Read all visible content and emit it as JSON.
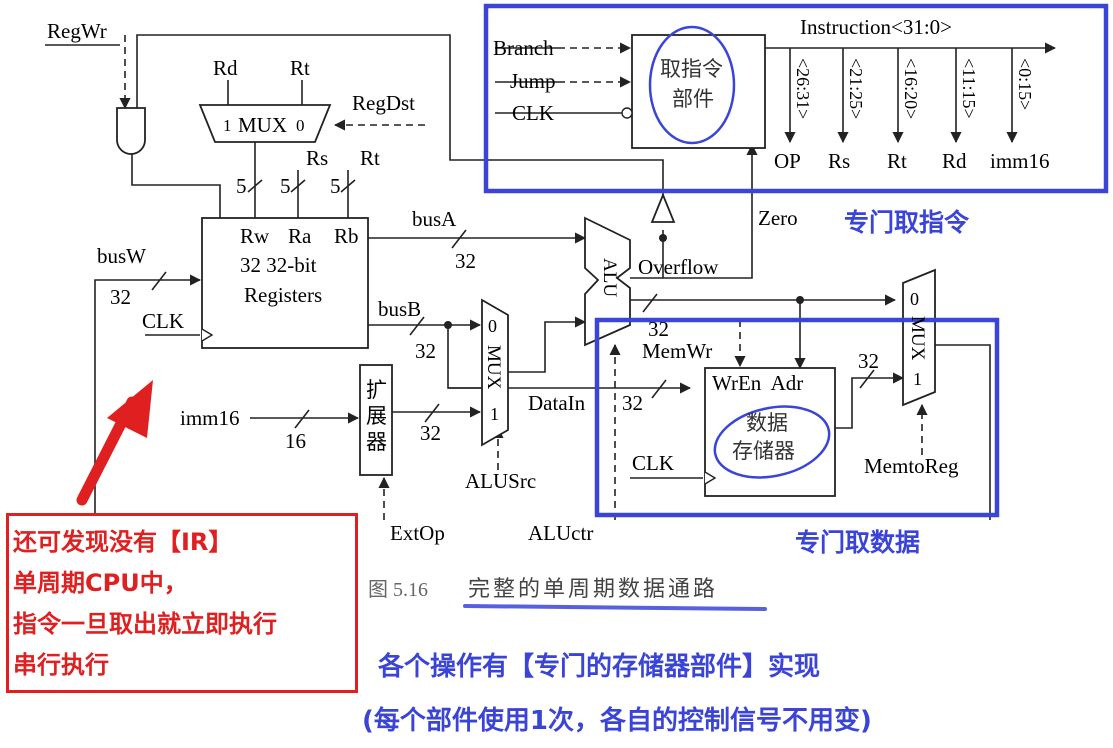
{
  "signals": {
    "regwr": "RegWr",
    "regdst": "RegDst",
    "rd": "Rd",
    "rt": "Rt",
    "rs": "Rs",
    "mux_reg": "1 MUX 0",
    "mux_1": "1",
    "mux_label": "MUX",
    "mux_0": "0",
    "five": "5",
    "rw": "Rw",
    "ra": "Ra",
    "rb": "Rb",
    "reg_line1": "32 32-bit",
    "reg_line2": "Registers",
    "busw": "busW",
    "busa": "busA",
    "busb": "busB",
    "w32": "32",
    "w16": "16",
    "clk": "CLK",
    "imm16": "imm16",
    "ext_1": "扩",
    "ext_2": "展",
    "ext_3": "器",
    "extop": "ExtOp",
    "alusrc": "ALUSrc",
    "aluctr": "ALUctr",
    "alu": "ALU",
    "overflow": "Overflow",
    "zero": "Zero",
    "datain": "DataIn",
    "memwr": "MemWr",
    "wren_adr": "WrEn  Adr",
    "dm_1": "数据",
    "dm_2": "存储器",
    "memtoreg": "MemtoReg",
    "branch": "Branch",
    "jump": "Jump",
    "ifu_1": "取指令",
    "ifu_2": "部件",
    "instruction": "Instruction<31:0>",
    "f_op": "<26:31>",
    "f_rs": "<21:25>",
    "f_rt": "<16:20>",
    "f_rd": "<11:15>",
    "f_imm": "<0:15>",
    "op": "OP",
    "imm16_out": "imm16",
    "mux_b_0": "0",
    "mux_b_1": "1",
    "mux_out_0": "0",
    "mux_out_1": "1"
  },
  "caption": {
    "number": "图 5.16",
    "title": "完整的单周期数据通路"
  },
  "annotations": {
    "fetch": "专门取指令",
    "data": "专门取数据",
    "ir_lines": [
      "还可发现没有【IR】",
      "单周期CPU中，",
      "指令一旦取出就立即执行",
      "串行执行"
    ],
    "summary": "各个操作有【专门的存储器部件】实现",
    "note": "(每个部件使用1次，各自的控制信号不用变)"
  },
  "colors": {
    "blue": "#3a45d8",
    "red": "#e02020",
    "ink": "#222222"
  }
}
